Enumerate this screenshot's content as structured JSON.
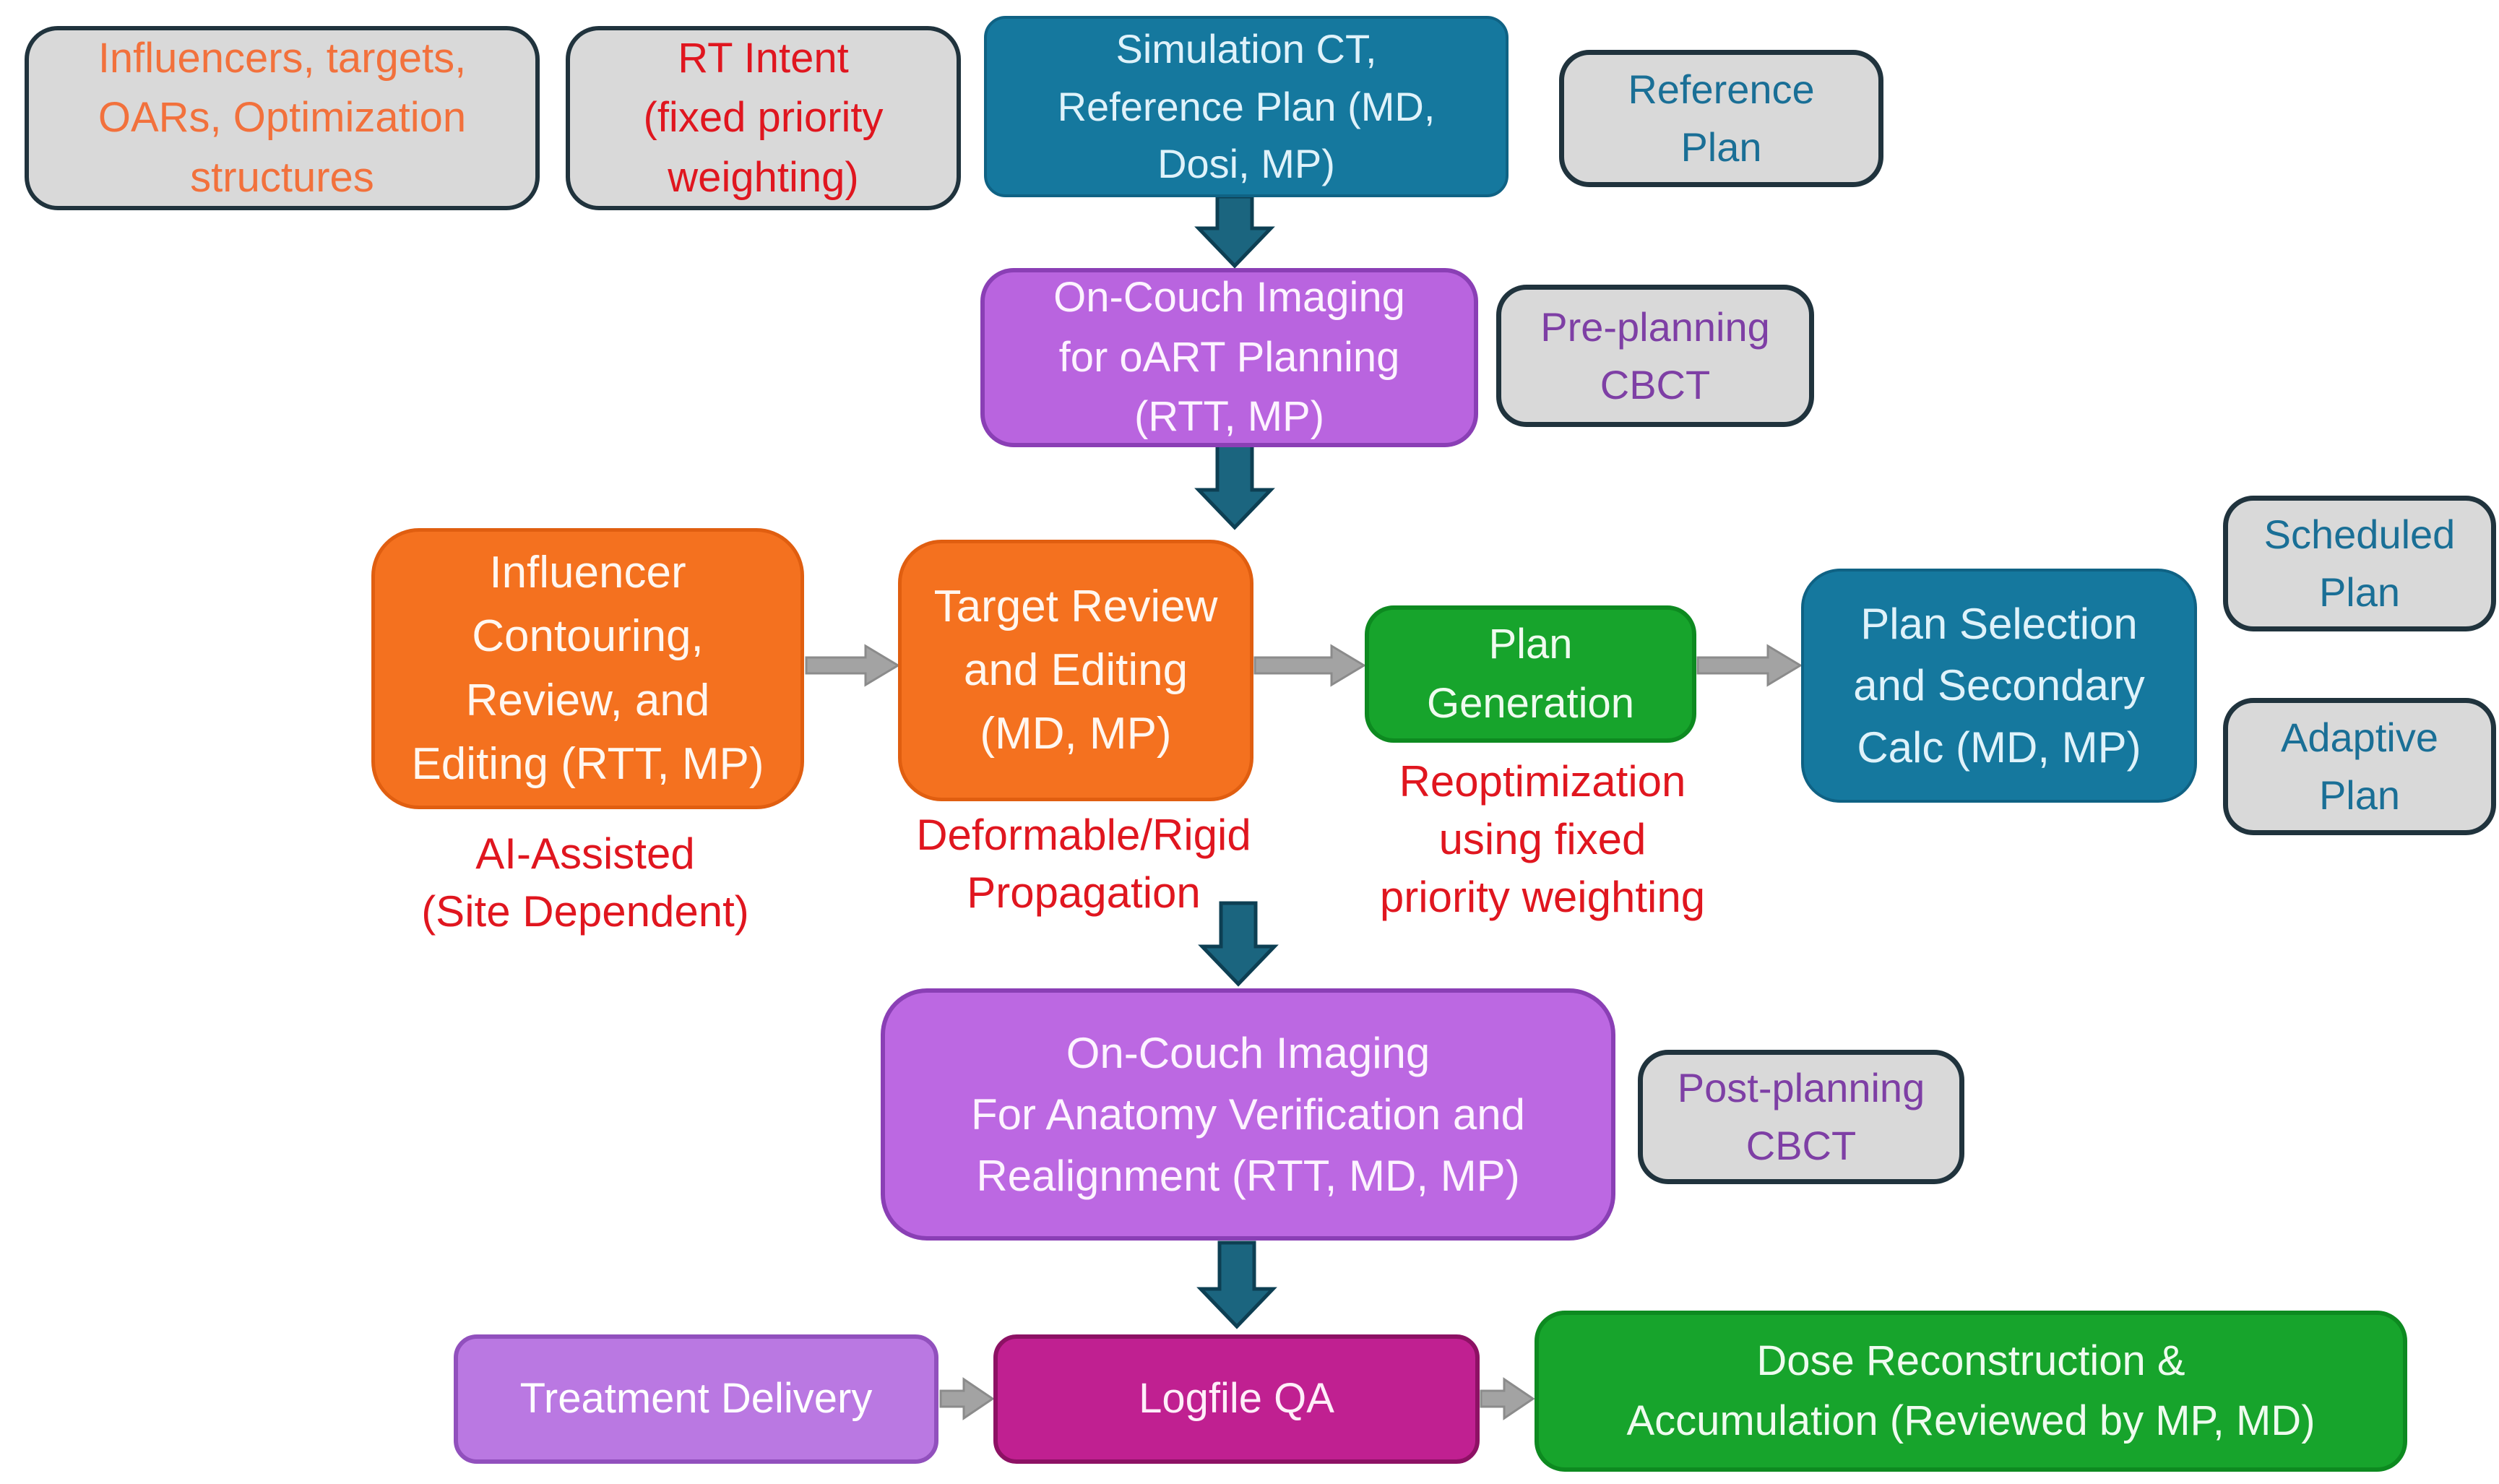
{
  "flowchart": {
    "boxes": {
      "influencers": {
        "label": "Influencers, targets,\nOARs, Optimization\nstructures",
        "fill": "#d9d9d9",
        "border": "#20333d",
        "text": "#f2713c"
      },
      "rt_intent": {
        "label": "RT Intent\n(fixed priority\nweighting)",
        "fill": "#d9d9d9",
        "border": "#20333d",
        "text": "#e0161f"
      },
      "simulation_ct": {
        "label": "Simulation CT,\nReference Plan (MD,\nDosi, MP)",
        "fill": "#15789e",
        "border": "#0f6284",
        "text": "#dff2fa"
      },
      "reference_plan": {
        "label": "Reference\nPlan",
        "fill": "#d9d9d9",
        "border": "#20333d",
        "text": "#1a6f96"
      },
      "oncouch_oart": {
        "label": "On-Couch Imaging\nfor oART Planning\n(RTT, MP)",
        "fill": "#b964df",
        "border": "#8a3fb5",
        "text": "#fdf3ff"
      },
      "preplanning_cbct": {
        "label": "Pre-planning\nCBCT",
        "fill": "#d9d9d9",
        "border": "#20333d",
        "text": "#7e3fa5"
      },
      "influencer_contouring": {
        "label": "Influencer\nContouring,\nReview, and\nEditing (RTT, MP)",
        "fill": "#f4711f",
        "border": "#e05e10",
        "text": "#fff7f0"
      },
      "target_review": {
        "label": "Target Review\nand Editing\n(MD, MP)",
        "fill": "#f4711f",
        "border": "#e05e10",
        "text": "#fff7f0"
      },
      "plan_generation": {
        "label": "Plan\nGeneration",
        "fill": "#17a42c",
        "border": "#0d8a20",
        "text": "#effbef"
      },
      "plan_selection": {
        "label": "Plan Selection\nand Secondary\nCalc (MD, MP)",
        "fill": "#15789e",
        "border": "#0f6284",
        "text": "#dff2fa"
      },
      "scheduled_plan": {
        "label": "Scheduled\nPlan",
        "fill": "#d9d9d9",
        "border": "#20333d",
        "text": "#1a6f96"
      },
      "adaptive_plan": {
        "label": "Adaptive\nPlan",
        "fill": "#d9d9d9",
        "border": "#20333d",
        "text": "#1a6f96"
      },
      "oncouch_verification": {
        "label": "On-Couch Imaging\nFor Anatomy Verification and\nRealignment (RTT, MD, MP)",
        "fill": "#bc68e2",
        "border": "#8a3fb5",
        "text": "#fdf3ff"
      },
      "postplanning_cbct": {
        "label": "Post-planning\nCBCT",
        "fill": "#d9d9d9",
        "border": "#20333d",
        "text": "#7e3fa5"
      },
      "treatment_delivery": {
        "label": "Treatment Delivery",
        "fill": "#ba78e2",
        "border": "#9150bd",
        "text": "#ffffff"
      },
      "logfile_qa": {
        "label": "Logfile QA",
        "fill": "#c02091",
        "border": "#8d1164",
        "text": "#ffeef9"
      },
      "dose_reconstruction": {
        "label": "Dose Reconstruction &\nAccumulation (Reviewed by MP, MD)",
        "fill": "#17a42c",
        "border": "#0d8a20",
        "text": "#effbef"
      }
    },
    "annotations": {
      "ai_assisted": {
        "label": "AI-Assisted\n(Site Dependent)",
        "text": "#e0161f"
      },
      "deformable": {
        "label": "Deformable/Rigid\nPropagation",
        "text": "#e0161f"
      },
      "reoptimization": {
        "label": "Reoptimization\nusing fixed\npriority weighting",
        "text": "#e0161f"
      }
    },
    "arrows": {
      "down_fill": "#1b657f",
      "down_stroke": "#0d3f53",
      "right_fill": "#a3a3a3",
      "right_stroke": "#8b8b8b"
    }
  }
}
